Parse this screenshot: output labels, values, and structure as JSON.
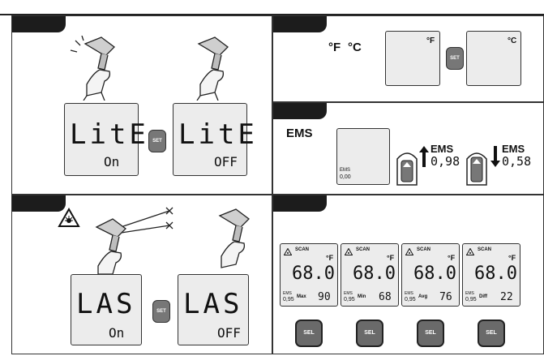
{
  "buttons": {
    "set": "SET",
    "sel": "SEL"
  },
  "panel_lite": {
    "display_word": "LitE",
    "states": [
      "On",
      "OFF"
    ],
    "illustration": "hand-holding-thermometer-icon"
  },
  "panel_units": {
    "label_f": "°F",
    "label_c": "°C",
    "lcd_f": "°F",
    "lcd_c": "°C"
  },
  "panel_ems": {
    "label": "EMS",
    "lcd_ems_label": "EMS",
    "lcd_ems_value": "0,00",
    "up_label": "EMS",
    "up_value": "0,98",
    "down_label": "EMS",
    "down_value": "0,58"
  },
  "panel_laser": {
    "display_word": "LAS",
    "states": [
      "On",
      "OFF"
    ],
    "warning_icon": "laser-warning-icon"
  },
  "panel_scan": {
    "displays": [
      {
        "scan": "SCAN",
        "unit": "°F",
        "reading": "68.0",
        "ems_label": "EMS",
        "ems": "0,95",
        "mode": "Max",
        "value": "90"
      },
      {
        "scan": "SCAN",
        "unit": "°F",
        "reading": "68.0",
        "ems_label": "EMS",
        "ems": "0,95",
        "mode": "Min",
        "value": "68"
      },
      {
        "scan": "SCAN",
        "unit": "°F",
        "reading": "68.0",
        "ems_label": "EMS",
        "ems": "0,95",
        "mode": "Avg",
        "value": "76"
      },
      {
        "scan": "SCAN",
        "unit": "°F",
        "reading": "68.0",
        "ems_label": "EMS",
        "ems": "0,95",
        "mode": "Diff",
        "value": "22"
      }
    ]
  },
  "colors": {
    "tag": "#1c1c1c",
    "lcd": "#ececec",
    "button": "#777777",
    "border": "#333333"
  }
}
